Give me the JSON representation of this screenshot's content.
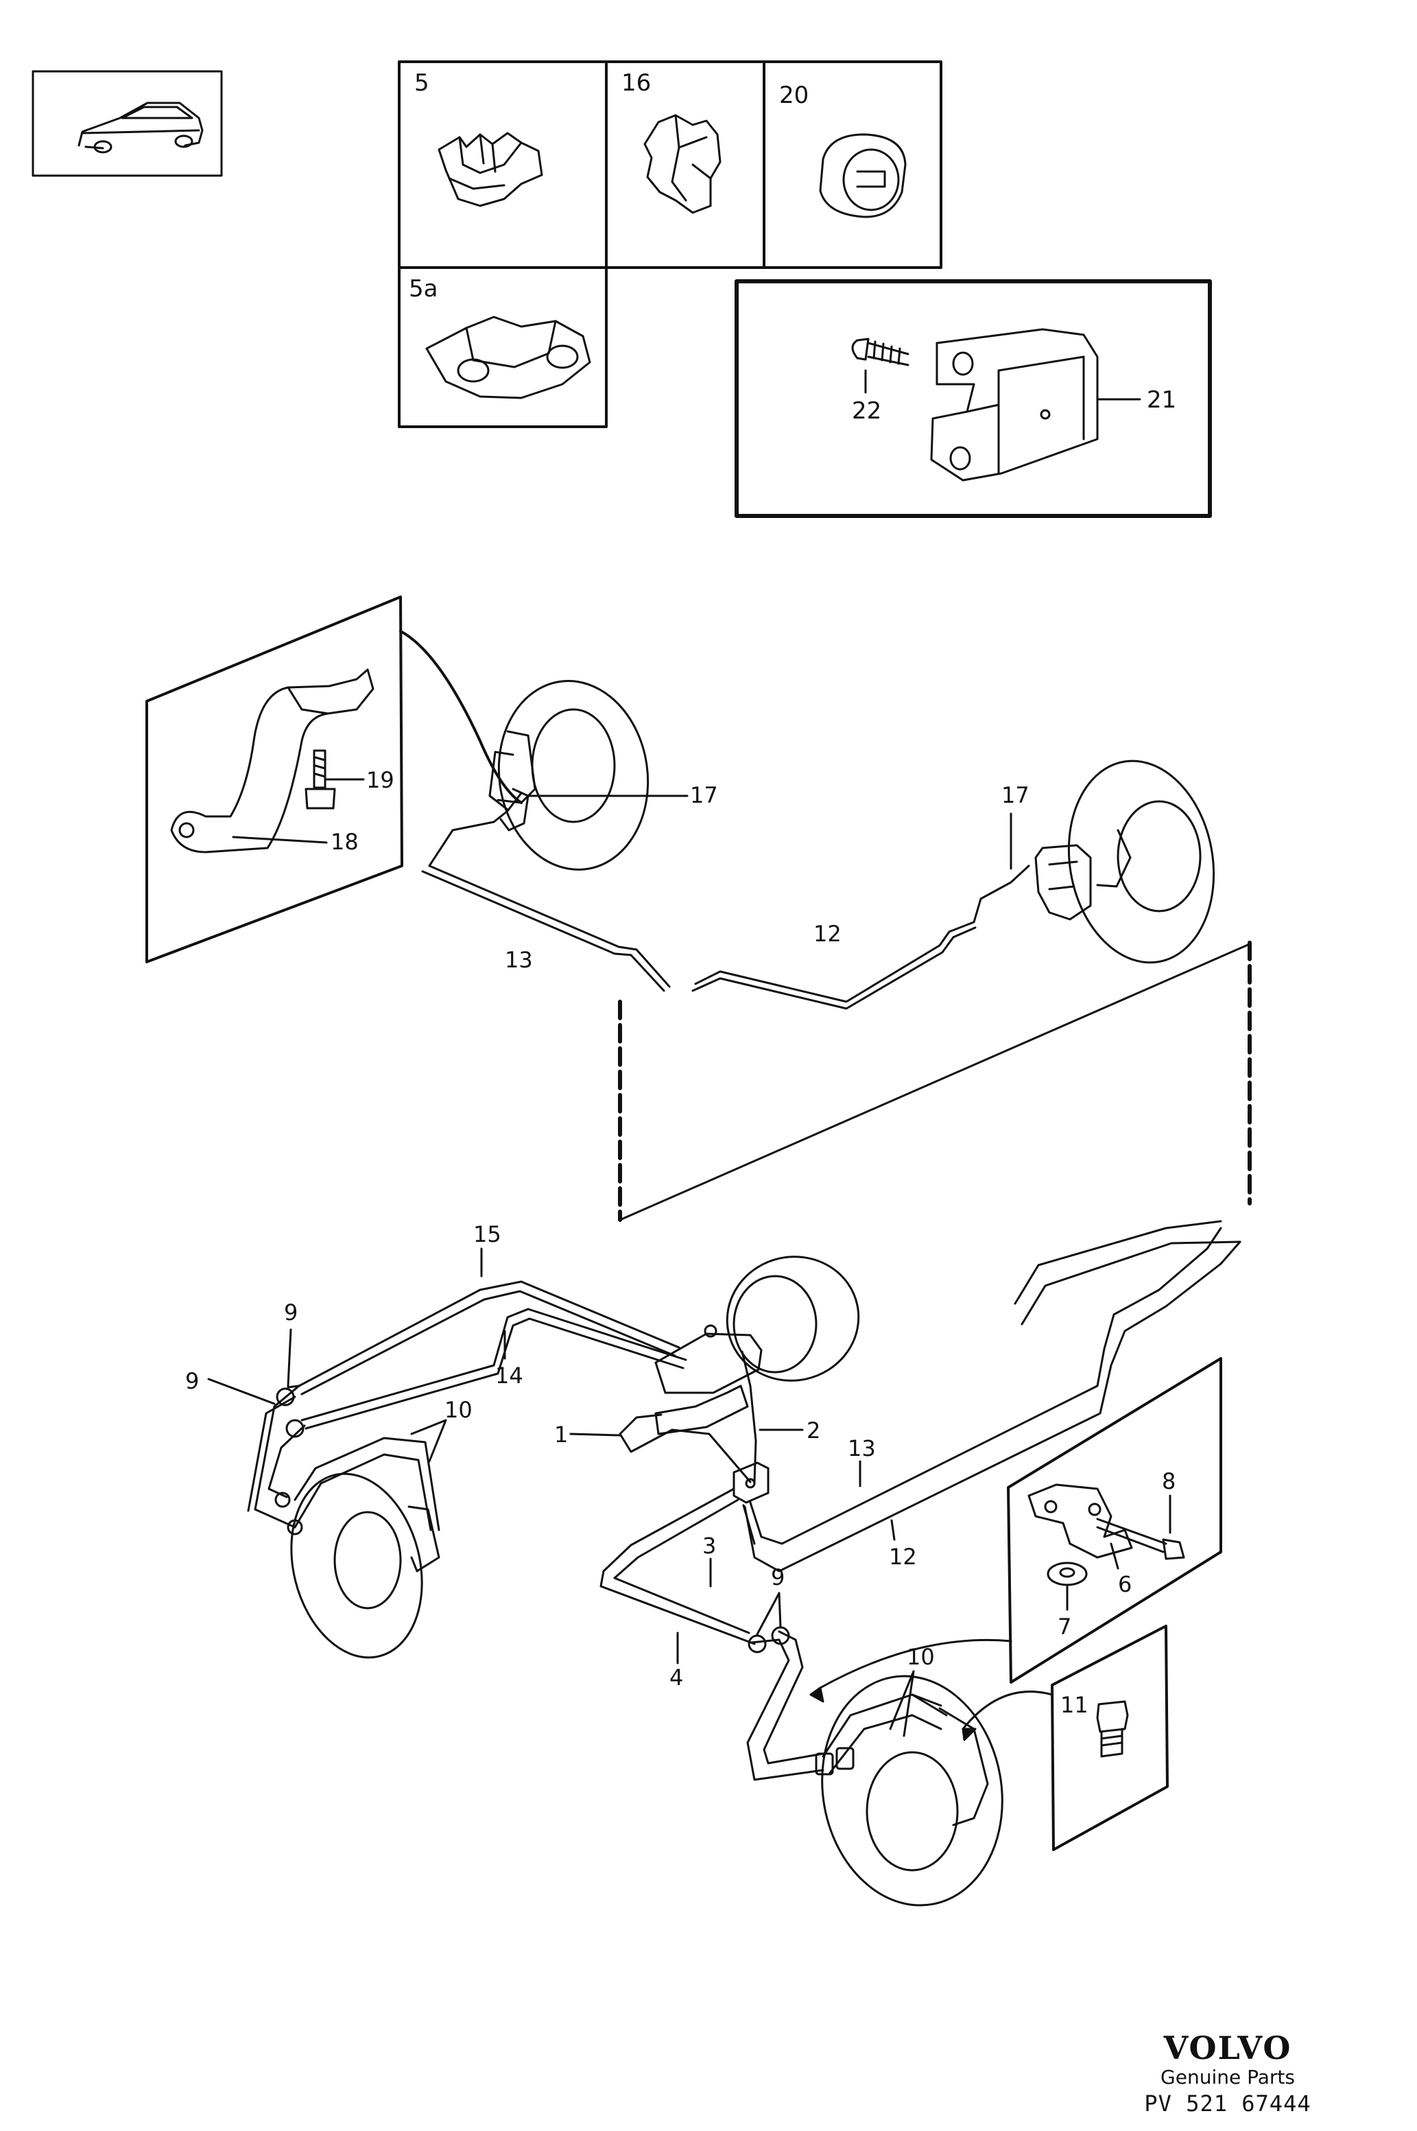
{
  "parts_boxes": [
    {
      "label": "5"
    },
    {
      "label": "16"
    },
    {
      "label": "20"
    },
    {
      "label": "5a"
    },
    {
      "label": "22"
    },
    {
      "label": "21"
    }
  ],
  "callouts": {
    "c17a": "17",
    "c17b": "17",
    "c18": "18",
    "c19": "19",
    "c13a": "13",
    "c12a": "12",
    "c15": "15",
    "c14": "14",
    "c9a": "9",
    "c9b": "9",
    "c10a": "10",
    "c1": "1",
    "c2": "2",
    "c13b": "13",
    "c12b": "12",
    "c3": "3",
    "c4": "4",
    "c9c": "9",
    "c10b": "10",
    "c11": "11",
    "c8": "8",
    "c6": "6",
    "c7": "7"
  },
  "brand": {
    "logo": "VOLVO",
    "subtitle": "Genuine Parts",
    "code": "PV 521 67444"
  }
}
